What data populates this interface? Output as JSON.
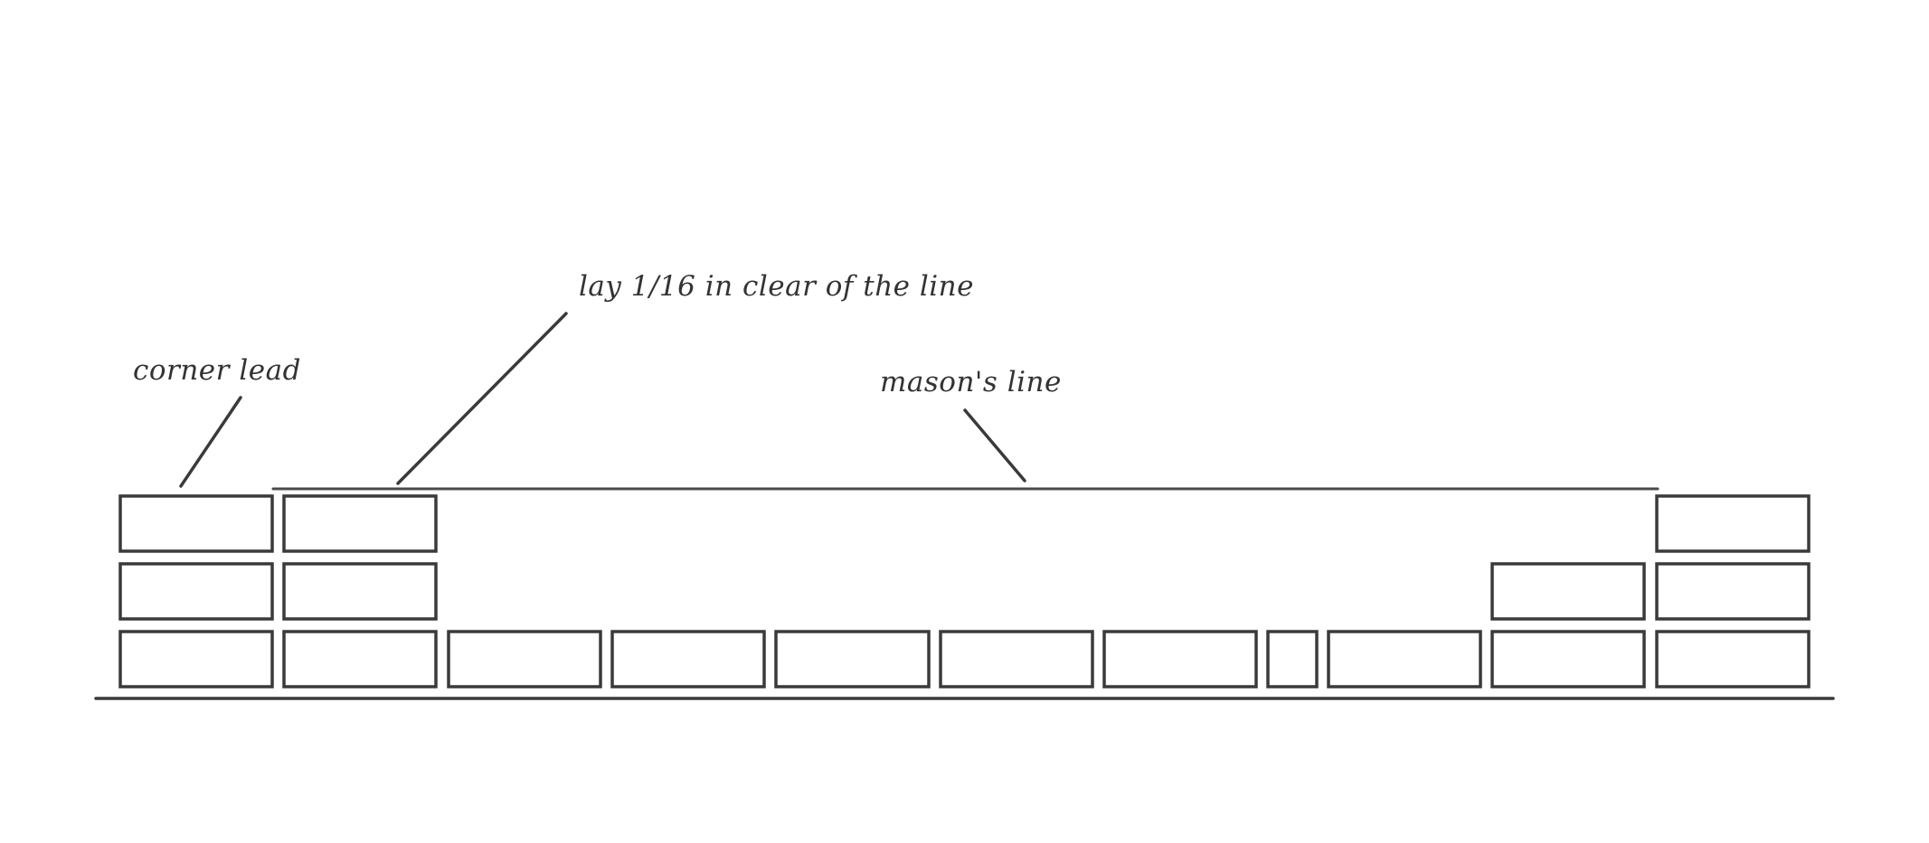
{
  "diagram": {
    "labels": {
      "corner_lead": "corner lead",
      "clearance_note": "lay 1/16 in clear of the line",
      "masons_line": "mason's line"
    },
    "colors": {
      "stroke": "#3a3a3a",
      "line": "#4a4a4a",
      "text": "#333333",
      "background": "#ffffff"
    }
  }
}
